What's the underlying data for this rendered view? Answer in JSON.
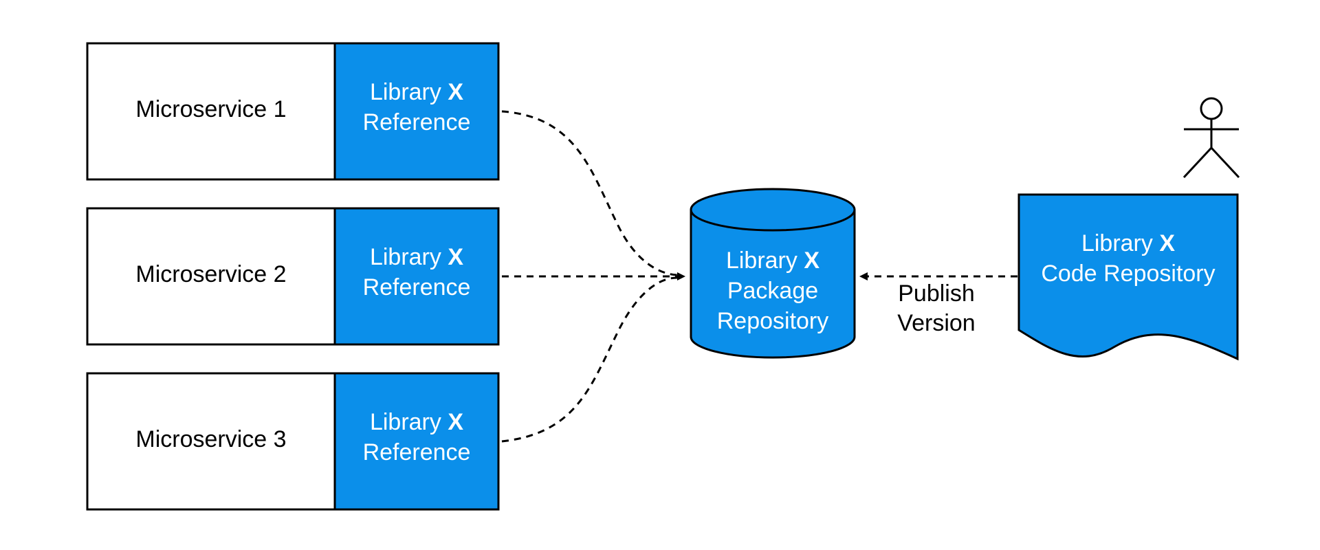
{
  "colors": {
    "accent": "#0B8FEA",
    "stroke": "#000000",
    "background": "#FFFFFF"
  },
  "microservices": [
    {
      "name": "Microservice 1",
      "ref_line1": "Library",
      "ref_mark": "X",
      "ref_line2": "Reference"
    },
    {
      "name": "Microservice 2",
      "ref_line1": "Library",
      "ref_mark": "X",
      "ref_line2": "Reference"
    },
    {
      "name": "Microservice 3",
      "ref_line1": "Library",
      "ref_mark": "X",
      "ref_line2": "Reference"
    }
  ],
  "package_repo": {
    "line1": "Library",
    "mark": "X",
    "line2": "Package",
    "line3": "Repository"
  },
  "code_repo": {
    "line1": "Library",
    "mark": "X",
    "line2": "Code Repository"
  },
  "publish_label": {
    "line1": "Publish",
    "line2": "Version"
  },
  "actor": {
    "icon": "stick-figure-icon"
  }
}
